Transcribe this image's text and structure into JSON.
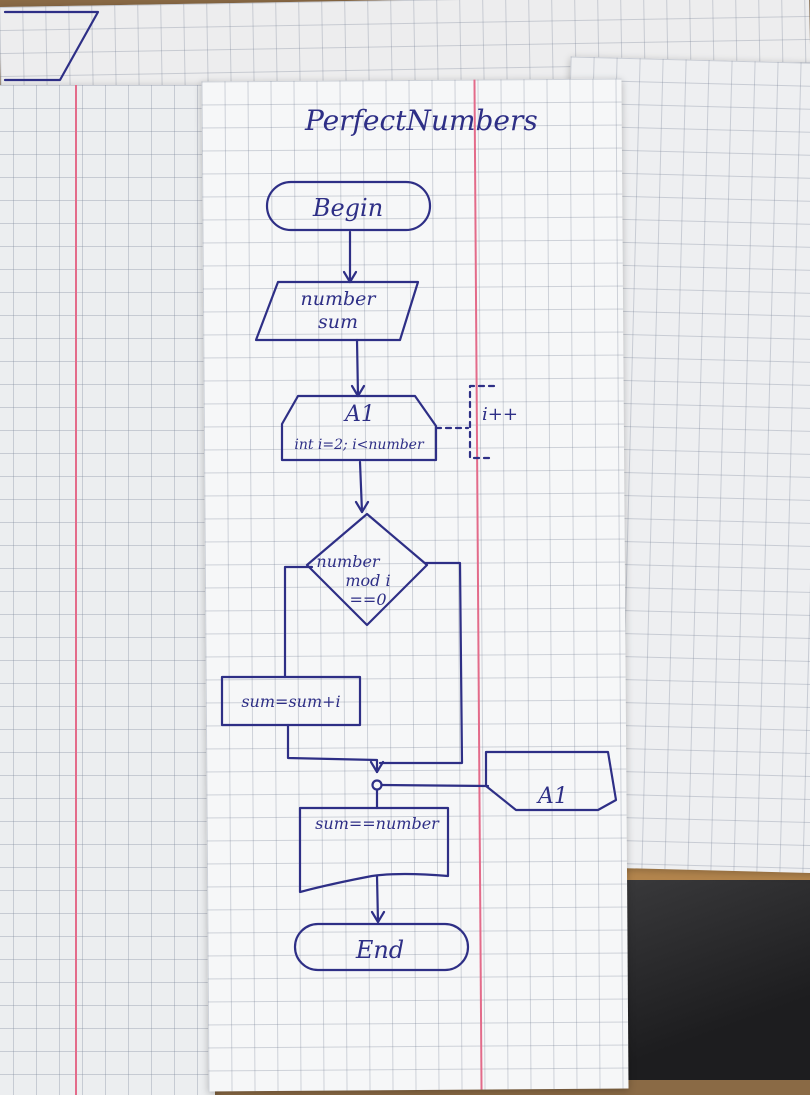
{
  "title": "PerfectNumbers",
  "nodes": {
    "begin": "Begin",
    "input_line1": "number",
    "input_line2": "sum",
    "loop_label": "A1",
    "loop_header": "int i=2; i<number",
    "loop_step": "i++",
    "cond_line1": "number",
    "cond_line2": "mod i",
    "cond_line3": "==0",
    "process": "sum=sum+i",
    "loop_end_label": "A1",
    "output": "sum==number",
    "end": "End"
  },
  "colors": {
    "ink": "#2e2f86",
    "margin_line": "#e36b8a",
    "paper": "#f6f7f8"
  }
}
